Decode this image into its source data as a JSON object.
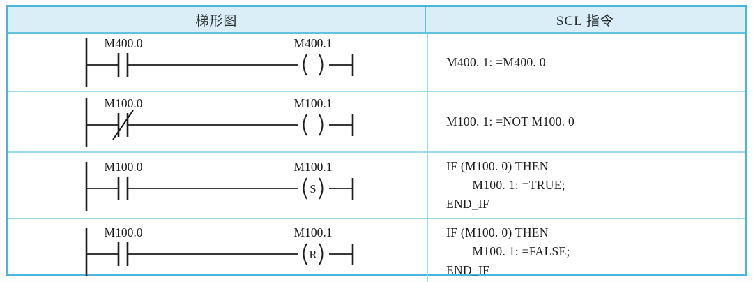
{
  "table": {
    "headers": {
      "ladder": "梯形图",
      "scl": "SCL 指令"
    },
    "rows": [
      {
        "ladder": {
          "contact_label": "M400.0",
          "contact_type": "NO",
          "coil_label": "M400.1",
          "coil_symbol": ""
        },
        "scl_lines": [
          "M400. 1: =M400. 0"
        ]
      },
      {
        "ladder": {
          "contact_label": "M100.0",
          "contact_type": "NC",
          "coil_label": "M100.1",
          "coil_symbol": ""
        },
        "scl_lines": [
          "M100. 1: =NOT M100. 0"
        ]
      },
      {
        "ladder": {
          "contact_label": "M100.0",
          "contact_type": "NO",
          "coil_label": "M100.1",
          "coil_symbol": "S"
        },
        "scl_lines": [
          "IF (M100. 0) THEN",
          "        M100. 1: =TRUE;",
          "END_IF"
        ]
      },
      {
        "ladder": {
          "contact_label": "M100.0",
          "contact_type": "NO",
          "coil_label": "M100.1",
          "coil_symbol": "R"
        },
        "scl_lines": [
          "IF (M100. 0) THEN",
          "        M100. 1: =FALSE;",
          "END_IF"
        ]
      }
    ]
  },
  "colors": {
    "outer_border": "#49b6d9",
    "divider": "#63c2de",
    "row_divider": "#9ad8ea",
    "header_bg": "#d9eef6",
    "ladder_line": "#1c1c1c",
    "text": "#1d1d1d",
    "background": "#ffffff"
  }
}
